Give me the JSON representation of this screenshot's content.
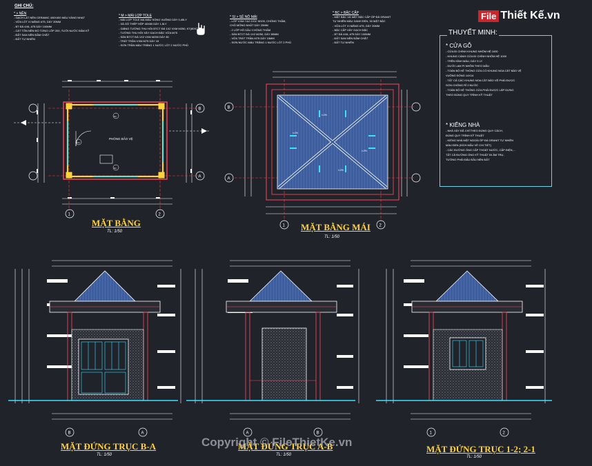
{
  "notes": {
    "ghi_chu": "GHI CHÚ:",
    "nen": {
      "title": "* > NỀN",
      "items": [
        "- GẠCH LÁT NỀN CERAMIC 400X400 MÀU VÀNG NHẠT",
        "- VỮA LÓT XI MĂNG #75, DÀY 20MM",
        "- BT ĐÁ 4X6, #75 DÀY 100MM",
        "- CÁT TÔN NỀN ĐỔ TỪNG LỚP 200, TƯỚI NƯỚC ĐẦM KỸ",
        "- ĐẤT SAN NỀN ĐẦM CHẶT",
        "- ĐẤT TỰ NHIÊN"
      ]
    },
    "mai": {
      "title": "* M > MÁI LỢP TOLE",
      "items": [
        "- MÁI LỢP TOLE MẠ MÀU SÓNG VUÔNG DÀY 0,45LY",
        "- XÀ GỒ THÉP HỘP 40X80 DÀY 1,5LY",
        "- GIẰNG TƯỜNG THU HỒI BTCT ĐÁ 1X2 VXM M250, KT(80X25)",
        "- TƯỜNG THU HỒI XÂY GẠCH ĐẶC VỮA M75",
        "- SÀN BTCT ĐÁ 1X2 VXM M250 DÀY 80",
        "- TRÁT TRẦN VXM M75 DÀY 15",
        "- SƠN TRẦN MÀU TRẮNG 1 NƯỚC LÓT 2 NƯỚC PHỦ"
      ]
    },
    "se_no": {
      "title": "* SI > SÊ NÔ MÁI",
      "items": [
        "- LỚP VXM TẠO DỐC M100, CHỐNG THẤM,",
        "  CHỖ MỎNG NHẤT DÀY 20MM",
        "- 2 LỚP HỒ DẦU CHỐNG THẤM",
        "- SÀN BTCT ĐÁ 1X2 M250, DÀY 80MM",
        "- VỮA TRÁT TRẦN M75 DÀY 15MM",
        "- SƠN NƯỚC MÀU TRẮNG 1 NƯỚC LÓT 2 PHỦ"
      ]
    },
    "bac_cap": {
      "title": "* BC > BẬC CẤP",
      "items": [
        "- MẶT BẬC VÀ MẶT BẬC CẤP ỐP ĐÁ GRANIT",
        "  TỰ NHIÊN MÀU XANH ĐEN, 30 MẶT BẬC",
        "- VỮA LÓT XI MĂNG #75, DÀY 20MM",
        "- BẬC CẤP XÂY GẠCH ĐẶC",
        "- BT ĐÁ 4X6, #75 DÀY 100MM",
        "- ĐẤT SAN NỀN ĐẦM CHẶT",
        "- ĐẤT TỰ NHIÊN"
      ]
    }
  },
  "thuyet_minh": {
    "title": "THUYẾT MINH:",
    "cua_go": "* CỬA GỖ",
    "cua_items": [
      "- CỬA ĐI CHÍNH KHUNG NHÔM HỆ 1000",
      "- KHUNG CÁNH CỬA ĐI CHÍNH NHÔM HỆ 1000",
      "- TRÊN KÍNH MÀU, DÀY 5 LY",
      "- DƯỚI LAM PI NHÔM THEO MẪU",
      "- TOÀN BỘ HỆ THỐNG CỬA CÓ KHUNG NOA CẮT BẢO VỆ",
      "  VUÔNG ĐÓNG 14X14",
      "- TẤT CẢ CÁC KHUNG NOA CẮT BẢO VỆ PHẢI ĐƯỢC",
      "  SƠN CHỐNG RỈ 2 NƯỚC",
      "- TOÀN BỘ HỆ THỐNG CỬA PHẢI ĐƯỢC LẮP DỰNG",
      "  THEO ĐÚNG QUY TRÌNH KỸ THUẬT"
    ],
    "kieng_nha": "* KIỂNG NHÀ",
    "kieng_items": [
      "- NHÀ XÂY ĐÃ CHỈ THEO ĐÚNG QUY CÁCH,",
      "  ĐÚNG QUY TRÌNH KỸ THUẬT",
      "- KIỂNG NHÀ MẶT NGOÀI ỐP ĐÁ GRANIT TỰ NHIÊN",
      "  MÀU ĐEN (KÍCH MẪU VỀ CHI TIẾT)",
      "- CÁC ĐƯỜNG ỐNG CẤP THOÁT NƯỚC, CẤP ĐIỆN,...",
      "  TẤT CẢ ĐƯỜNG ỐNG KỸ THUẬT ĐI ÂM TRỤ,",
      "  TƯỜNG PHẢI ĐẦU ĐẦU NỀN ĐẤT"
    ]
  },
  "logo": {
    "box": "File",
    "text": "Thiết Kế.vn"
  },
  "drawings": {
    "mat_bang": {
      "title": "MẶT BẰNG",
      "scale": "TL: 1/50",
      "room": "PHÒNG BẢO VỆ",
      "labels": [
        "D1",
        "D1",
        "D2",
        "D24"
      ]
    },
    "mat_bang_mai": {
      "title": "MẶT BẰNG MÁI",
      "scale": "TL: 1/50",
      "slope": "i=2%"
    },
    "dung_b_a": {
      "title": "MẶT ĐỨNG TRỤC B-A",
      "scale": "TL: 1/50"
    },
    "dung_a_b": {
      "title": "MẶT ĐỨNG TRỤC A-B",
      "scale": "TL: 1/50"
    },
    "dung_1_2": {
      "title": "MẶT ĐỨNG TRỤC 1-2; 2-1",
      "scale": "TL: 1/50"
    }
  },
  "axis_labels": {
    "grid1": "1",
    "grid2": "2",
    "gridA": "A",
    "gridB": "B"
  },
  "watermark": "Copyright © FileThietKe.vn",
  "colors": {
    "background": "#21232b",
    "title": "#ffd23d",
    "cyan": "#3be3ff",
    "red": "#ff3b3b",
    "roof": "#3d5d9c",
    "wall": "#ff4a5a"
  }
}
